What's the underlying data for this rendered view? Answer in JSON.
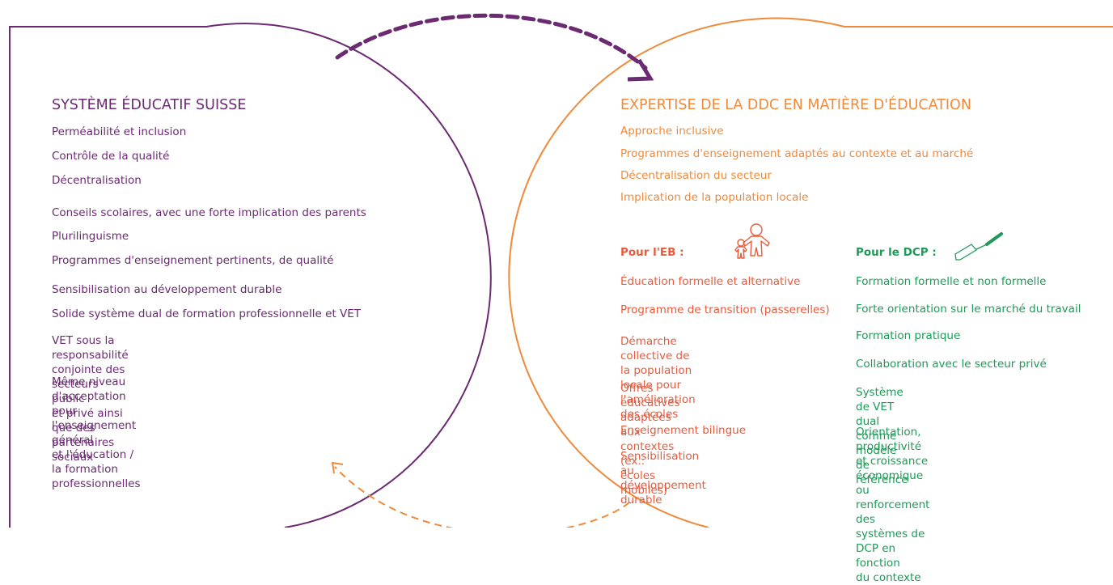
{
  "colors": {
    "purple": "#6b2a72",
    "orange": "#f08a3a",
    "red": "#e85a3b",
    "green": "#1c9a56"
  },
  "left": {
    "title": "SYSTÈME ÉDUCATIF SUISSE",
    "items": [
      "Perméabilité et inclusion",
      "Contrôle de la qualité",
      "Décentralisation",
      "Conseils scolaires, avec une forte implication des parents",
      "Plurilinguisme",
      "Programmes d'enseignement pertinents, de qualité",
      "Sensibilisation au développement durable",
      "Solide système dual de formation professionnelle et VET",
      "VET sous la responsabilité conjointe des secteurs public\net privé ainsi que des partenaires sociaux",
      "Même niveau d'acceptation pour l'enseignement général\net l'éducation / la formation professionnelles"
    ]
  },
  "right": {
    "title": "EXPERTISE DE LA DDC EN MATIÈRE D'ÉDUCATION",
    "items": [
      "Approche inclusive",
      "Programmes d'enseignement adaptés au contexte et au marché",
      "Décentralisation du secteur",
      "Implication de la population locale"
    ],
    "eb": {
      "label": "Pour l'EB :",
      "icon": "family-icon",
      "items": [
        "Éducation formelle et alternative",
        "Programme de transition (passerelles)",
        "Démarche collective de la population\nlocale pour l'amélioration des écoles",
        "Offres éducatives adaptées\naux contextes (ex.: écoles mobiles)",
        "Enseignement bilingue",
        "Sensibilisation au développement\ndurable"
      ]
    },
    "dcp": {
      "label": "Pour le DCP :",
      "icon": "screwdriver-icon",
      "items": [
        "Formation formelle et non formelle",
        "Forte orientation sur le marché du travail",
        "Formation pratique",
        "Collaboration avec le secteur privé",
        "Système de VET dual comme modèle\nde référence",
        "Orientation, productivité et croissance\néconomique ou renforcement\ndes systèmes de DCP en fonction\ndu contexte"
      ]
    }
  }
}
